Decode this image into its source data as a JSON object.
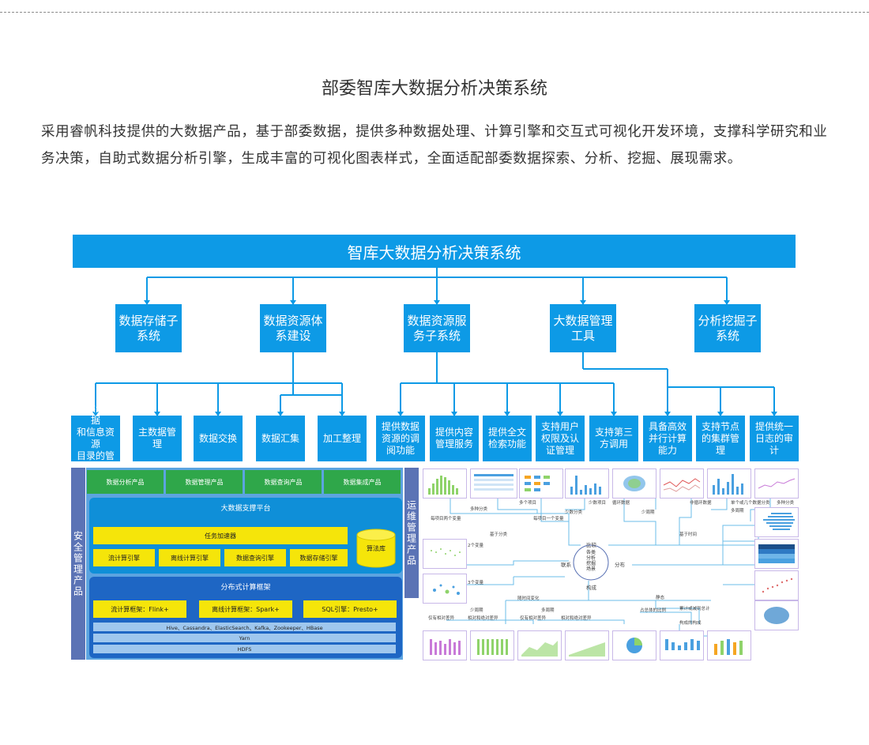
{
  "page": {
    "title": "部委智库大数据分析决策系统",
    "intro": "采用睿帆科技提供的大数据产品，基于部委数据，提供多种数据处理、计算引擎和交互式可视化开发环境，支撑科学研究和业务决策，自助式数据分析引擎，生成丰富的可视化图表样式，全面适配部委数据探索、分析、挖掘、展现需求。"
  },
  "diagram": {
    "root": "智库大数据分析决策系统",
    "subsystems": [
      {
        "line1": "数据存储子",
        "line2": "系统"
      },
      {
        "line1": "数据资源体",
        "line2": "系建设"
      },
      {
        "line1": "数据资源服",
        "line2": "务子系统"
      },
      {
        "line1": "大数据管理",
        "line2": "工具"
      },
      {
        "line1": "分析挖掘子",
        "line2": "系统"
      }
    ],
    "functions": [
      {
        "l1": "提供元数据",
        "l2": "和信息资源",
        "l3": "目录的管理"
      },
      {
        "l1": "主数据管理",
        "l2": "",
        "l3": ""
      },
      {
        "l1": "数据交换",
        "l2": "",
        "l3": ""
      },
      {
        "l1": "数据汇集",
        "l2": "",
        "l3": ""
      },
      {
        "l1": "加工整理",
        "l2": "",
        "l3": ""
      },
      {
        "l1": "提供数据",
        "l2": "资源的调",
        "l3": "阅功能"
      },
      {
        "l1": "提供内容",
        "l2": "管理服务",
        "l3": ""
      },
      {
        "l1": "提供全文",
        "l2": "检索功能",
        "l3": ""
      },
      {
        "l1": "支持用户",
        "l2": "权限及认",
        "l3": "证管理"
      },
      {
        "l1": "支持第三",
        "l2": "方调用",
        "l3": ""
      },
      {
        "l1": "具备高效",
        "l2": "并行计算",
        "l3": "能力"
      },
      {
        "l1": "支持节点",
        "l2": "的集群管",
        "l3": "理"
      },
      {
        "l1": "提供统一",
        "l2": "日志的审",
        "l3": "计"
      }
    ]
  },
  "architecture": {
    "left_bar": "安全管理产品",
    "right_bar": "运维管理产品",
    "products": [
      "数据分析产品",
      "数据管理产品",
      "数据查询产品",
      "数据集成产品"
    ],
    "platform_title": "大数据支撑平台",
    "accelerator": "任务加速器",
    "engines": [
      "流计算引擎",
      "离线计算引擎",
      "数据查询引擎",
      "数据存储引擎"
    ],
    "algorithm_lib": "算法库",
    "dist_title": "分布式计算框架",
    "frameworks": [
      "流计算框架：Flink+",
      "离线计算框架：Spark+",
      "SQL引擎：Presto+"
    ],
    "stack": [
      "Hive、Cassandra、ElasticSearch、Kafka、Zookeeper、HBase",
      "Yarn",
      "HDFS"
    ]
  },
  "analysis": {
    "center": {
      "l1": "各类",
      "l2": "分析",
      "l3": "挖掘",
      "l4": "场景"
    },
    "hub_labels": {
      "top": "比较",
      "left": "联系",
      "right": "分布",
      "bottom": "构成"
    },
    "labels": [
      "多种分类",
      "每项目两个变量",
      "每项目一个变量",
      "多个项目",
      "少数项目",
      "少数分类",
      "循环数据",
      "非循环数据",
      "单个或几个数据分类",
      "多种分类",
      "少周期",
      "多周期",
      "基于分类",
      "基于时间",
      "2个变量",
      "3个变量",
      "随时间变化",
      "静态",
      "少周期",
      "多周期",
      "仅有相对差异",
      "相对和绝对差异",
      "仅有相对差异",
      "相对和绝对差异",
      "占总体的比例",
      "累计或减到总计",
      "构成的构成"
    ]
  },
  "colors": {
    "blue_box": "#0d9ae6",
    "green": "#2fa74a",
    "yellow": "#f5e50a",
    "sidebar": "#5b73b5"
  }
}
